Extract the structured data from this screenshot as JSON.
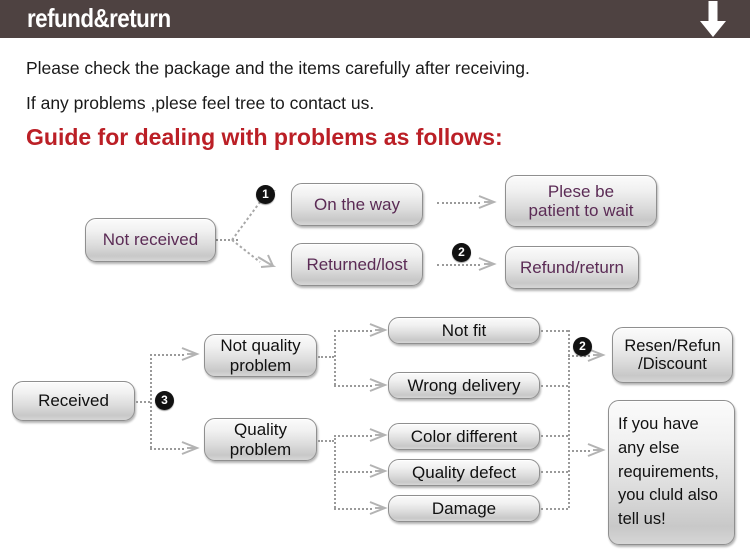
{
  "header": {
    "title": "refund&return",
    "bar_color": "#4e4241",
    "arrow_icon": "down-arrow-icon",
    "arrow_color": "#ffffff"
  },
  "intro": {
    "line1": "Please check the package and the items carefully after receiving.",
    "line2": "If any problems ,plese feel tree to contact us.",
    "guide_title": "Guide for dealing with problems as follows:",
    "guide_color": "#bb1f26"
  },
  "flow_top": {
    "accent_text_color": "#5b2b55",
    "nodes": {
      "not_received": "Not received",
      "on_the_way": "On the way",
      "returned_lost": "Returned/lost",
      "plese_be_patient": "Plese be\npatient to wait",
      "refund_return": "Refund/return"
    },
    "badges": [
      {
        "label": "❶",
        "number": "1"
      },
      {
        "label": "❷",
        "number": "2"
      }
    ]
  },
  "flow_bottom": {
    "nodes": {
      "received": "Received",
      "not_quality_problem": "Not quality\nproblem",
      "quality_problem": "Quality\nproblem",
      "not_fit": "Not fit",
      "wrong_delivery": "Wrong delivery",
      "color_different": "Color different",
      "quality_defect": "Quality defect",
      "damage": "Damage",
      "resend_refund_discount": "Resen/Refun\n/Discount",
      "contact_note": "If you have\nany else\nrequirements,\nyou cluld also\ntell us!"
    },
    "badges": [
      {
        "label": "❸",
        "number": "3"
      },
      {
        "label": "❷",
        "number": "2"
      }
    ]
  }
}
